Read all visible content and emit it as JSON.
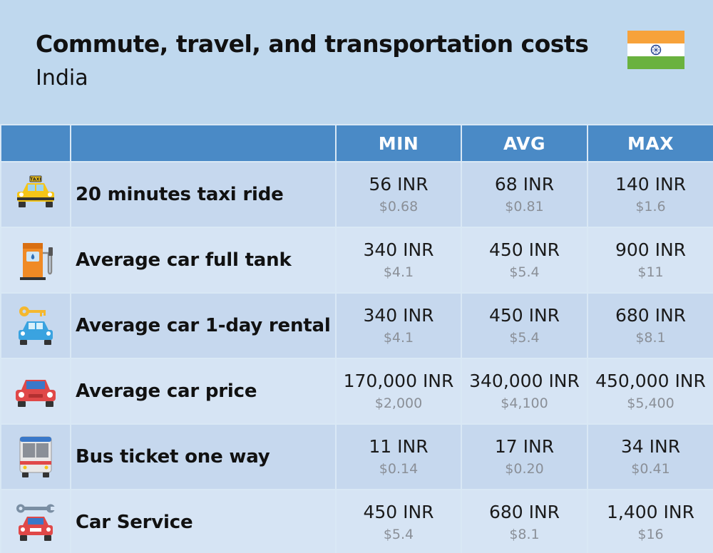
{
  "header": {
    "title": "Commute, travel, and transportation costs",
    "subtitle": "India",
    "flag_icon": "india-flag-icon"
  },
  "table": {
    "columns": [
      "",
      "",
      "MIN",
      "AVG",
      "MAX"
    ],
    "rows": [
      {
        "icon": "taxi-icon",
        "label": "20 minutes taxi ride",
        "min": {
          "inr": "56 INR",
          "usd": "$0.68"
        },
        "avg": {
          "inr": "68 INR",
          "usd": "$0.81"
        },
        "max": {
          "inr": "140 INR",
          "usd": "$1.6"
        }
      },
      {
        "icon": "fuel-pump-icon",
        "label": "Average car full tank",
        "min": {
          "inr": "340 INR",
          "usd": "$4.1"
        },
        "avg": {
          "inr": "450 INR",
          "usd": "$5.4"
        },
        "max": {
          "inr": "900 INR",
          "usd": "$11"
        }
      },
      {
        "icon": "car-key-icon",
        "label": "Average car 1-day rental",
        "min": {
          "inr": "340 INR",
          "usd": "$4.1"
        },
        "avg": {
          "inr": "450 INR",
          "usd": "$5.4"
        },
        "max": {
          "inr": "680 INR",
          "usd": "$8.1"
        }
      },
      {
        "icon": "car-icon",
        "label": "Average car price",
        "min": {
          "inr": "170,000 INR",
          "usd": "$2,000"
        },
        "avg": {
          "inr": "340,000 INR",
          "usd": "$4,100"
        },
        "max": {
          "inr": "450,000 INR",
          "usd": "$5,400"
        }
      },
      {
        "icon": "bus-icon",
        "label": "Bus ticket one way",
        "min": {
          "inr": "11 INR",
          "usd": "$0.14"
        },
        "avg": {
          "inr": "17 INR",
          "usd": "$0.20"
        },
        "max": {
          "inr": "34 INR",
          "usd": "$0.41"
        }
      },
      {
        "icon": "car-service-wrench-icon",
        "label": "Car Service",
        "min": {
          "inr": "450 INR",
          "usd": "$5.4"
        },
        "avg": {
          "inr": "680 INR",
          "usd": "$8.1"
        },
        "max": {
          "inr": "1,400 INR",
          "usd": "$16"
        }
      }
    ]
  },
  "colors": {
    "background": "#bfd8ee",
    "header_row": "#4a8ac6",
    "row_odd": "#c6d8ee",
    "row_even": "#d6e4f4",
    "usd_text": "#8a8f97"
  }
}
